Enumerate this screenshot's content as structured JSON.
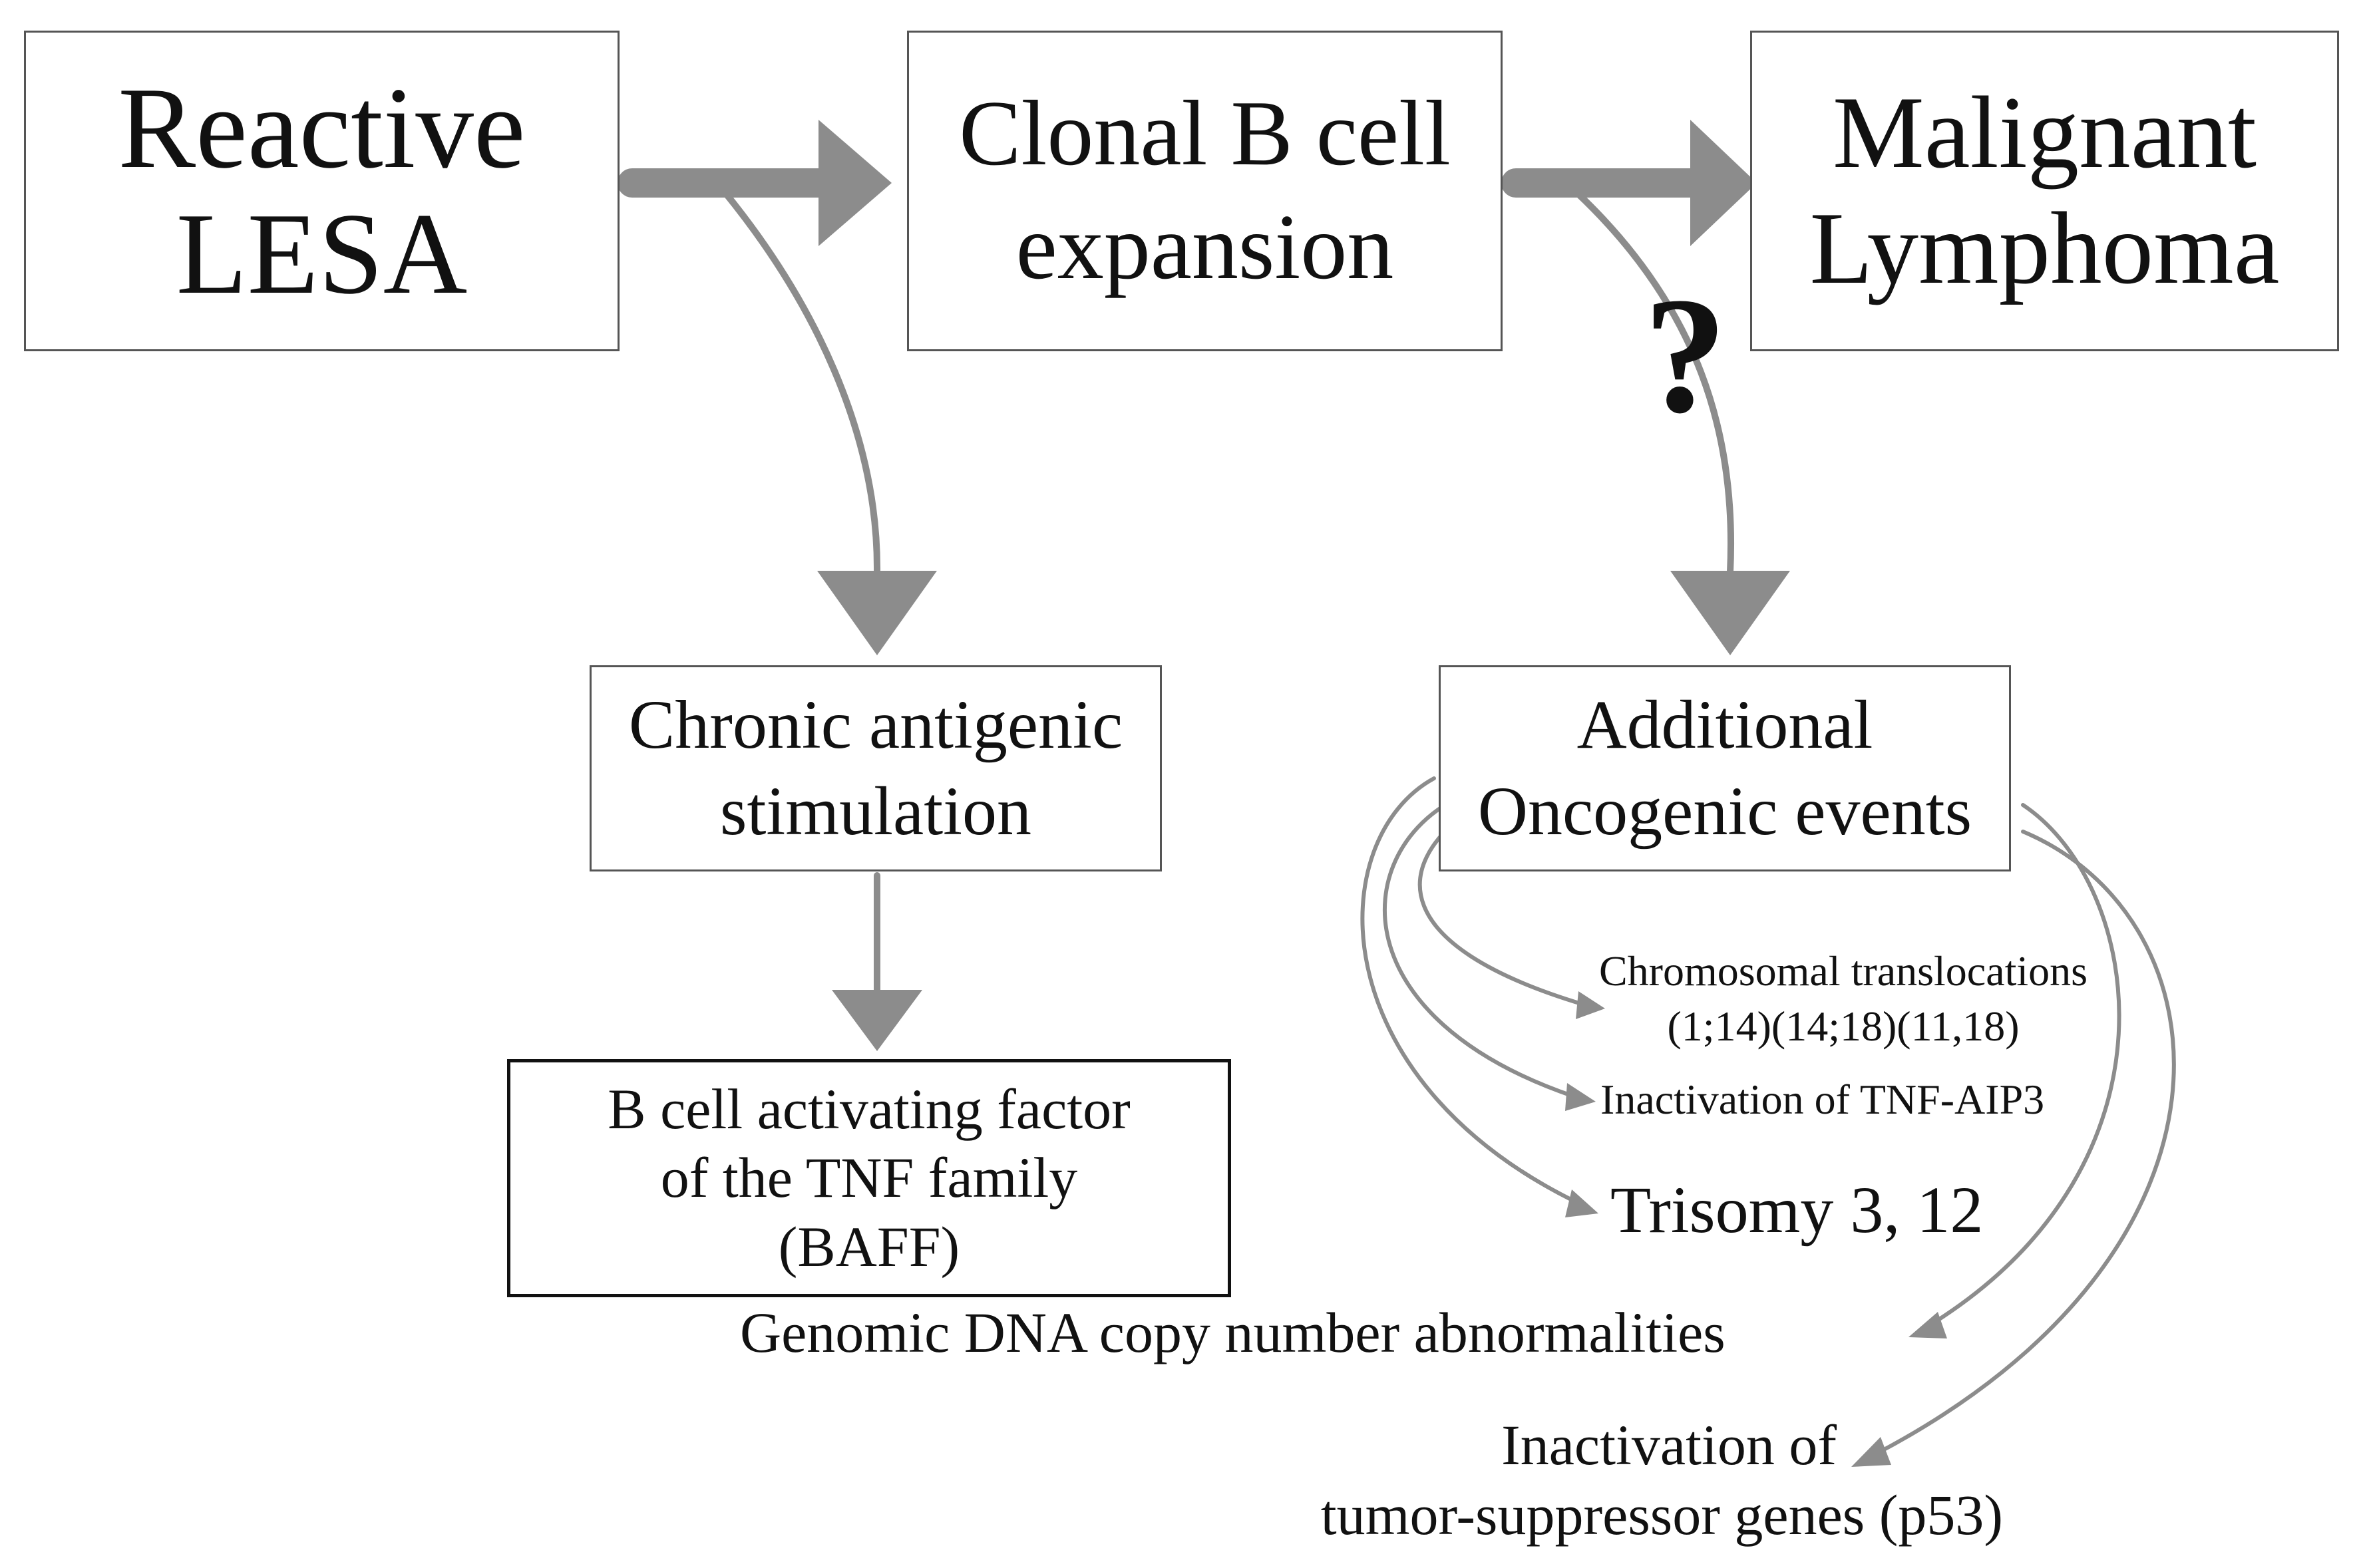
{
  "nodes": {
    "reactive_lesa": {
      "line1": "Reactive",
      "line2": "LESA"
    },
    "clonal_expansion": {
      "line1": "Clonal B cell",
      "line2": "expansion"
    },
    "malignant_lymphoma": {
      "line1": "Malignant",
      "line2": "Lymphoma"
    },
    "chronic_stimulation": {
      "line1": "Chronic antigenic",
      "line2": "stimulation"
    },
    "baff": {
      "line1": "B cell activating factor",
      "line2": "of the TNF family",
      "line3": "(BAFF)"
    },
    "oncogenic_events": {
      "line1": "Additional",
      "line2": "Oncogenic events"
    }
  },
  "uncertainty_mark": "?",
  "outcomes": {
    "translocations": {
      "line1": "Chromosomal translocations",
      "line2": "(1;14)(14;18)(11,18)"
    },
    "tnfaip3": "Inactivation of TNF-AIP3",
    "trisomy": "Trisomy 3, 12",
    "copy_number": "Genomic DNA copy number abnormalities",
    "tumor_suppressor": {
      "line1": "Inactivation of",
      "line2": "tumor-suppressor genes (p53)"
    }
  },
  "colors": {
    "arrow": "#8c8c8c",
    "text": "#111111",
    "border": "#555555"
  }
}
